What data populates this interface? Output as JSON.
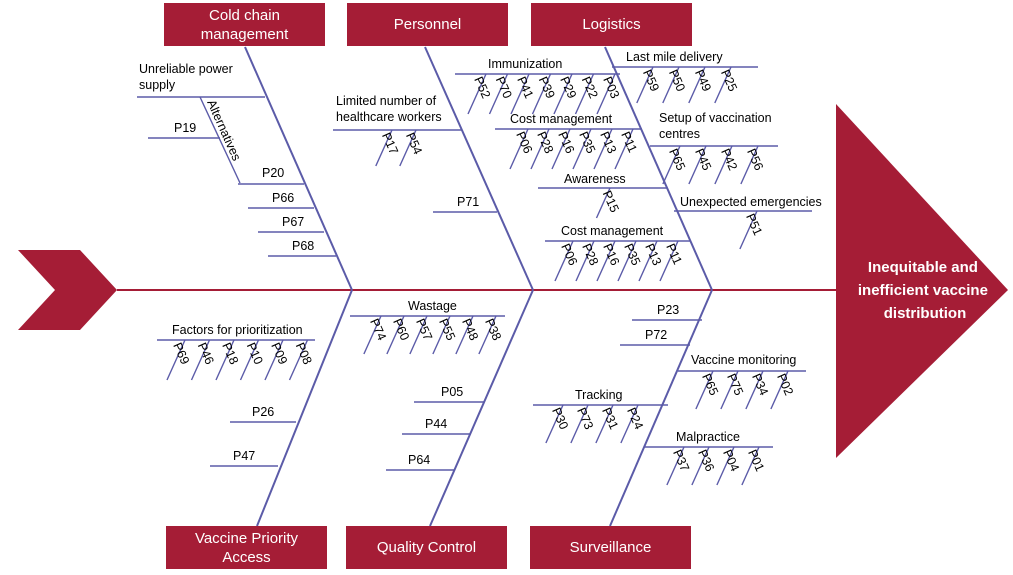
{
  "effect": {
    "lines": [
      "Inequitable and",
      "inefficient vaccine",
      "distribution"
    ]
  },
  "categories": {
    "cold_chain": [
      "Cold chain",
      "management"
    ],
    "personnel": "Personnel",
    "logistics": "Logistics",
    "vaccine_priority": [
      "Vaccine Priority",
      "Access"
    ],
    "quality_control": "Quality Control",
    "surveillance": "Surveillance"
  },
  "cold_chain": {
    "power_label": [
      "Unreliable power",
      "supply"
    ],
    "alternatives_label": "Alternatives",
    "p19": "P19",
    "codes": [
      "P20",
      "P66",
      "P67",
      "P68"
    ]
  },
  "personnel": {
    "limited_label": [
      "Limited number of",
      "healthcare workers"
    ],
    "limited_codes": [
      "P17",
      "P54"
    ],
    "p71": "P71"
  },
  "logistics": {
    "immunization_label": "Immunization",
    "immunization_codes": [
      "P52",
      "P70",
      "P41",
      "P39",
      "P29",
      "P22",
      "P03"
    ],
    "cost1_label": "Cost management",
    "cost1_codes": [
      "P06",
      "P28",
      "P16",
      "P35",
      "P13",
      "P11"
    ],
    "awareness_label": "Awareness",
    "awareness_codes": [
      "P15"
    ],
    "cost2_label": "Cost management",
    "cost2_codes": [
      "P06",
      "P28",
      "P16",
      "P35",
      "P13",
      "P11"
    ],
    "last_mile_label": "Last mile delivery",
    "last_mile_codes": [
      "P59",
      "P50",
      "P49",
      "P25"
    ],
    "setup_label": [
      "Setup of vaccination",
      "centres"
    ],
    "setup_codes": [
      "P65",
      "P45",
      "P42",
      "P56"
    ],
    "emergencies_label": "Unexpected emergencies",
    "emergencies_codes": [
      "P51"
    ]
  },
  "vaccine_priority": {
    "factors_label": "Factors for prioritization",
    "factors_codes": [
      "P69",
      "P46",
      "P18",
      "P10",
      "P09",
      "P08"
    ],
    "p26": "P26",
    "p47": "P47"
  },
  "quality_control": {
    "wastage_label": "Wastage",
    "wastage_codes": [
      "P74",
      "P60",
      "P57",
      "P55",
      "P48",
      "P38"
    ],
    "codes": [
      "P05",
      "P44",
      "P64"
    ]
  },
  "surveillance": {
    "p23": "P23",
    "p72": "P72",
    "monitoring_label": "Vaccine monitoring",
    "monitoring_codes": [
      "P65",
      "P75",
      "P34",
      "P02"
    ],
    "tracking_label": "Tracking",
    "tracking_codes": [
      "P30",
      "P73",
      "P31",
      "P24"
    ],
    "malpractice_label": "Malpractice",
    "malpractice_codes": [
      "P37",
      "P36",
      "P04",
      "P01"
    ]
  },
  "colors": {
    "accent": "#a51d36",
    "bone": "#5b5ba8"
  }
}
